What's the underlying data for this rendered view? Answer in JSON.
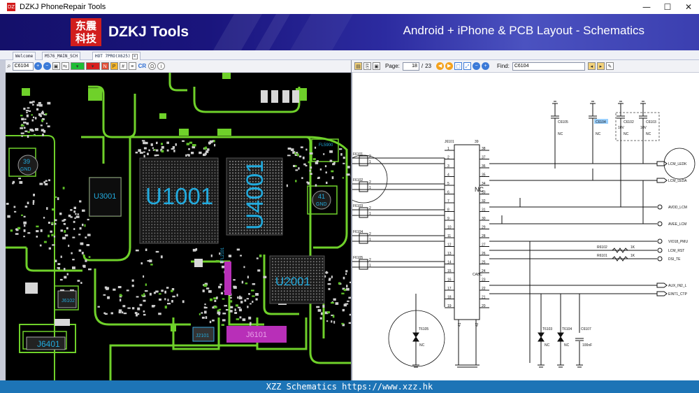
{
  "window": {
    "title": "DZKJ PhoneRepair Tools",
    "minimize": "—",
    "maximize": "☐",
    "close": "✕"
  },
  "banner": {
    "logo_line1": "东震",
    "logo_line2": "科技",
    "logo_text": "DZKJ Tools",
    "tagline": "Android + iPhone & PCB Layout - Schematics"
  },
  "tabs": [
    "Welcome",
    "M576_MAIN_SCH",
    "HOT 7PRO(X625)"
  ],
  "pcb_toolbar": {
    "search_value": "C6104",
    "cr_label": "CR"
  },
  "sch_toolbar": {
    "page_label": "Page:",
    "page_current": "18",
    "page_sep": "/",
    "page_total": "23",
    "find_label": "Find:",
    "find_value": "C6104"
  },
  "pcb": {
    "labels": [
      "U1001",
      "U4001",
      "U3001",
      "U2001",
      "J6401",
      "J6101",
      "J6102",
      "J2101",
      "FL2101",
      "39",
      "GND",
      "41",
      "GND",
      "FL5900"
    ]
  },
  "schematic": {
    "ic_ref": "J6101",
    "ic_center": "NC",
    "ic_bottom": "CABC",
    "pin_top": "39",
    "pins_left": [
      "1",
      "2",
      "3",
      "4",
      "5",
      "6",
      "7",
      "8",
      "9",
      "10",
      "11",
      "12",
      "13",
      "14",
      "15",
      "16",
      "17",
      "18",
      "19"
    ],
    "pins_right": [
      "38",
      "37",
      "36",
      "35",
      "34",
      "33",
      "32",
      "31",
      "30",
      "29",
      "28",
      "27",
      "26",
      "25",
      "24",
      "23",
      "22",
      "21",
      "20"
    ],
    "pins_bottom": [
      "41",
      "42"
    ],
    "caps_top": [
      {
        "ref": "C6105",
        "val": "NC"
      },
      {
        "ref": "C6104",
        "val": "NC"
      },
      {
        "ref": "C6102",
        "val": "NC",
        "volt": "10V"
      },
      {
        "ref": "C6103",
        "val": "NC",
        "volt": "10V"
      }
    ],
    "left_parts": [
      "F6101",
      "F6102",
      "F6103",
      "F6104",
      "F6105"
    ],
    "nets_right": [
      "LCM_LEDK",
      "LCM_LEDA",
      "AVDD_LCM",
      "AVEE_LCM",
      "VIO18_PMU",
      "LCM_RST",
      "DSI_TE",
      "AUX_IN2_L",
      "EINT1_CTP"
    ],
    "resistors": [
      {
        "ref": "R6102",
        "val": "1K"
      },
      {
        "ref": "R6101",
        "val": "1K"
      }
    ],
    "bottom_parts": [
      {
        "ref": "T6105",
        "val": "NC"
      },
      {
        "ref": "T6103",
        "val": "NC"
      },
      {
        "ref": "T6104",
        "val": "NC"
      },
      {
        "ref": "C6107",
        "val": "100nF"
      }
    ]
  },
  "status": "XZZ Schematics https://www.xzz.hk",
  "colors": {
    "banner": "#1a157d",
    "pcb_bg": "#000000",
    "trace": "#6fd12a",
    "pad": "#d8d8d8",
    "highlight": "#c837c8",
    "chip_label": "#22aadd",
    "statusbar": "#1d74b6"
  }
}
